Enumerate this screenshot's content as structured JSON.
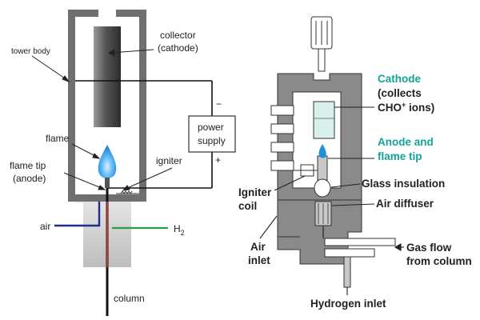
{
  "left_diagram": {
    "tower_body": "tower body",
    "collector_line1": "collector",
    "collector_line2": "(cathode)",
    "flame": "flame",
    "flame_tip_line1": "flame tip",
    "flame_tip_line2": "(anode)",
    "igniter": "igniter",
    "power_supply_line1": "power",
    "power_supply_line2": "supply",
    "minus_sign": "−",
    "plus_sign": "+",
    "air": "air",
    "h2_main": "H",
    "h2_sub": "2",
    "column": "column"
  },
  "right_diagram": {
    "cathode_line1": "Cathode",
    "cathode_line2": "(collects",
    "cathode_line3_main": "CHO",
    "cathode_line3_sup": "+",
    "cathode_line3_tail": " ions)",
    "anode_line1": "Anode and",
    "anode_line2": "flame tip",
    "glass_insulation": "Glass insulation",
    "air_diffuser": "Air diffuser",
    "igniter_line1": "Igniter",
    "igniter_line2": "coil",
    "air_inlet_line1": "Air",
    "air_inlet_line2": "inlet",
    "gas_flow_line1": "Gas flow",
    "gas_flow_line2": "from column",
    "hydrogen_inlet": "Hydrogen inlet"
  },
  "colors": {
    "tower_wall": "#6f6f6f",
    "collector": "#555555",
    "flame": "#4aa8f0",
    "air_line": "#1f2d8c",
    "h2_line": "#2a9d4a",
    "column_inner": "#d2423a",
    "accent_label": "#13a396",
    "housing": "#8a8a8a",
    "housing_light": "#c8c8c8",
    "glass": "#d8f0ec"
  }
}
